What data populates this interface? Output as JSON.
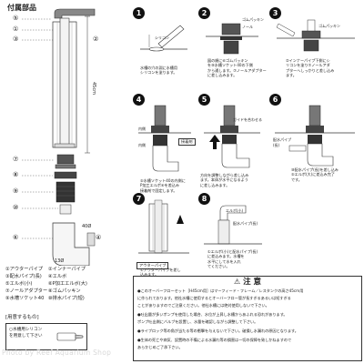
{
  "title": "付属部品",
  "callouts": [
    "⑤",
    "①",
    "③",
    "②",
    "⑦",
    "⑧",
    "⑨",
    "⑩",
    "⑥",
    "④"
  ],
  "dims": {
    "height": "45cm",
    "d40": "40Ø",
    "d13": "13Ø"
  },
  "parts_list": [
    [
      "①アウターパイプ",
      "②インナーパイプ"
    ],
    [
      "③配水パイプ(長)",
      "④エルボ"
    ],
    [
      "⑤エルボ(小)",
      "⑥P加工エルボ(大)"
    ],
    [
      "⑦ノールアダプター",
      "⑧ゴムパッキン"
    ],
    [
      "⑨水槽ソケット40",
      "⑩排水パイプ(短)"
    ]
  ],
  "prep": {
    "label": "[用意するもの]",
    "items": [
      "○水槽用シリコン",
      "を用意して下さい"
    ]
  },
  "steps": [
    {
      "num": "1",
      "tags": [
        "シリコン"
      ],
      "caption": [
        "水槽の穴の淵に水槽用",
        "シリコンを塗ります。"
      ]
    },
    {
      "num": "2",
      "tags": [
        "ゴムパッキン",
        "ノール"
      ],
      "caption": [
        "図の順に⑥ゴムパッキン",
        "を⑨水槽ソケット40の下側",
        "から通します。⑦ノールアダプター",
        "に差し込みます。"
      ]
    },
    {
      "num": "3",
      "tags": [
        "ゴムパッキン"
      ],
      "caption": [
        "②インナーパイプ下側にシ",
        "リコンを塗り⑦ノールアダ",
        "プターへしっかりと差し込み",
        "ます。"
      ]
    },
    {
      "num": "4",
      "tags": [
        "内側",
        "内側",
        "接着剤"
      ],
      "caption": [
        "⑤水槽ソケット40の内側に",
        "P加工エルボ⑥を差込み",
        "接着剤で固定します。"
      ]
    },
    {
      "num": "5",
      "tags": [
        "ガイドを合わせる"
      ],
      "caption": [
        "方向を調整しながら差し込み",
        "ます。本体が水平になるよう",
        "に差し込みます。"
      ]
    },
    {
      "num": "6",
      "tags": [
        "配水パイプ",
        "(長)"
      ],
      "caption": [
        "⑩配水パイプ(長)を差し込み",
        "⑤エルボ(大)に差込み完了",
        "です。"
      ]
    },
    {
      "num": "7",
      "tags": [
        "アウターパイプ"
      ],
      "caption": [
        "①アウターパイプを差し",
        "込みます。"
      ]
    },
    {
      "num": "8",
      "tags": [
        "エルボ(小)",
        "配水パイプ(長)"
      ],
      "caption": [
        "①エルボ(小)と配水パイプ(長)",
        "に差込みます。水槽を",
        "水平にして水を入れ",
        "てください。"
      ]
    }
  ],
  "note": {
    "title": "注 意",
    "lines": [
      "●このオーバーフローセット［H45cm用］はマーフィード・フレーム／レスタンクの高さ45cm用",
      "に作られております。他社水槽に使用するとオーバーフロー管が長すぎるあるいは短すぎる",
      "ことがありますのでご注意ください。他社水槽には絶対使用しないで下さい。",
      "●吐出量が多いポンプを使用した場合、水位が上昇し水槽からあふれる恐れがあります。",
      "ポンプ吐出側にバルブを設置し、水量を確認しながら調整して下さい。",
      "●ライブロック等の角が当たる等の衝撃を与えないで下さい。破損し水漏れの原因となります。",
      "●生体の死亡や病気、設置時の不備による水漏れ等の損害は一切の保障を致しかねますので",
      "あらかじめご了承下さい。"
    ]
  },
  "watermark": "Photo by Reef Aquarium Shop"
}
